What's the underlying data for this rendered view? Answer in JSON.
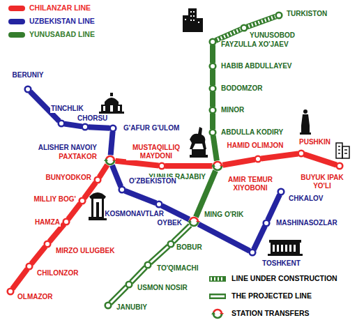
{
  "diagram": {
    "nodes": [
      {
        "text": [
          "OLMAZOR"
        ]
      },
      {
        "text": [
          "CHILONZOR"
        ]
      },
      {
        "text": [
          "MIRZO ULUGBEK"
        ]
      },
      {
        "text": [
          "HAMZA"
        ]
      },
      {
        "text": [
          "MILLIY BOG'"
        ]
      },
      {
        "text": [
          "BUNYODKOR"
        ]
      },
      {
        "text": [
          "ALISHER NAVOIY",
          "PAXTAKOR"
        ]
      },
      {
        "text": [
          "MUSTAQILLIQ MAYDONI"
        ]
      },
      {
        "text": [
          "YUNUS RAJABIY",
          "AMIR TEMUR XIYOBONI"
        ]
      },
      {
        "text": [
          "HAMID OLIMJON"
        ]
      },
      {
        "text": [
          "PUSHKIN"
        ]
      },
      {
        "text": [
          "BUYUK IPAK YO'LI"
        ]
      },
      {
        "text": [
          "BERUNIY"
        ]
      },
      {
        "text": [
          "TINCHLIK"
        ]
      },
      {
        "text": [
          "CHORSU"
        ]
      },
      {
        "text": [
          "G'AFUR G'ULOM"
        ]
      },
      {
        "text": [
          "O'ZBEKISTON"
        ]
      },
      {
        "text": [
          "KOSMONAVTLAR"
        ]
      },
      {
        "text": [
          "OYBEK",
          "MING O'RIK"
        ]
      },
      {
        "text": [
          "TOSHKENT"
        ]
      },
      {
        "text": [
          "MASHINASOZLAR"
        ]
      },
      {
        "text": [
          "CHKALOV"
        ]
      },
      {
        "text": [
          "TURKISTON"
        ]
      },
      {
        "text": [
          "YUNUSOBOD"
        ]
      },
      {
        "text": [
          "FAYZULLA XO'JAEV"
        ]
      },
      {
        "text": [
          "HABIB ABDULLAYEV"
        ]
      },
      {
        "text": [
          "BODOMZOR"
        ]
      },
      {
        "text": [
          "MINOR"
        ]
      },
      {
        "text": [
          "ABDULLA KODIRY"
        ]
      },
      {
        "text": [
          "BOBUR"
        ]
      },
      {
        "text": [
          "TO'QIMACHI"
        ]
      },
      {
        "text": [
          "USMON NOSIR"
        ]
      },
      {
        "text": [
          "JANUBIY"
        ]
      }
    ],
    "edges": [
      {
        "from": 0,
        "to": 1,
        "arrow": "none"
      },
      {
        "from": 1,
        "to": 2,
        "arrow": "none"
      },
      {
        "from": 2,
        "to": 3,
        "arrow": "none"
      },
      {
        "from": 3,
        "to": 4,
        "arrow": "none"
      },
      {
        "from": 4,
        "to": 5,
        "arrow": "none"
      },
      {
        "from": 5,
        "to": 6,
        "arrow": "none"
      },
      {
        "from": 6,
        "to": 7,
        "arrow": "none"
      },
      {
        "from": 7,
        "to": 8,
        "arrow": "none"
      },
      {
        "from": 8,
        "to": 9,
        "arrow": "none"
      },
      {
        "from": 9,
        "to": 10,
        "arrow": "none"
      },
      {
        "from": 10,
        "to": 11,
        "arrow": "none"
      },
      {
        "from": 12,
        "to": 13,
        "arrow": "none"
      },
      {
        "from": 13,
        "to": 14,
        "arrow": "none"
      },
      {
        "from": 14,
        "to": 15,
        "arrow": "none"
      },
      {
        "from": 15,
        "to": 6,
        "arrow": "none"
      },
      {
        "from": 6,
        "to": 16,
        "arrow": "none"
      },
      {
        "from": 16,
        "to": 17,
        "arrow": "none"
      },
      {
        "from": 17,
        "to": 18,
        "arrow": "none"
      },
      {
        "from": 18,
        "to": 19,
        "arrow": "none"
      },
      {
        "from": 19,
        "to": 20,
        "arrow": "none"
      },
      {
        "from": 20,
        "to": 21,
        "arrow": "none"
      },
      {
        "from": 22,
        "to": 23,
        "arrow": "none"
      },
      {
        "from": 23,
        "to": 24,
        "arrow": "none"
      },
      {
        "from": 24,
        "to": 25,
        "arrow": "none"
      },
      {
        "from": 25,
        "to": 26,
        "arrow": "none"
      },
      {
        "from": 26,
        "to": 27,
        "arrow": "none"
      },
      {
        "from": 27,
        "to": 28,
        "arrow": "none"
      },
      {
        "from": 28,
        "to": 8,
        "arrow": "none"
      },
      {
        "from": 8,
        "to": 18,
        "arrow": "none"
      },
      {
        "from": 18,
        "to": 29,
        "arrow": "none"
      },
      {
        "from": 29,
        "to": 30,
        "arrow": "none"
      },
      {
        "from": 30,
        "to": 31,
        "arrow": "none"
      },
      {
        "from": 31,
        "to": 32,
        "arrow": "none"
      }
    ],
    "legend": [
      {
        "text": "CHILANZAR LINE",
        "color": "#ee2a2a"
      },
      {
        "text": "UZBEKISTAN LINE",
        "color": "#2424a0"
      },
      {
        "text": "YUNUSABAD LINE",
        "color": "#357d2d"
      },
      {
        "text": "LINE UNDER CONSTRUCTION"
      },
      {
        "text": "THE PROJECTED LINE"
      },
      {
        "text": "STATION TRANSFERS"
      }
    ]
  }
}
